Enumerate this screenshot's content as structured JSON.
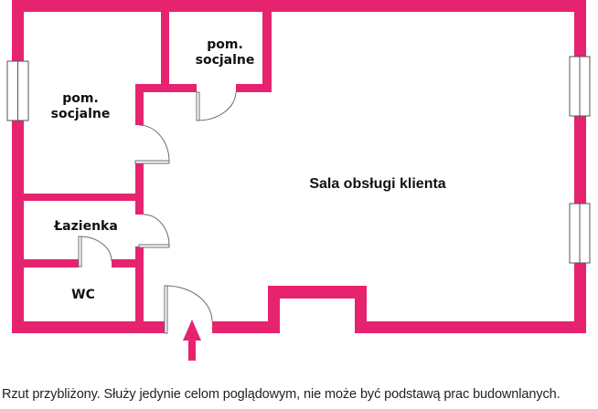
{
  "plan": {
    "wall_color": "#E6236F",
    "rooms": [
      {
        "id": "pom-socjalne-small",
        "label_line1": "pom.",
        "label_line2": "socjalne"
      },
      {
        "id": "pom-socjalne-large",
        "label_line1": "pom.",
        "label_line2": "socjalne"
      },
      {
        "id": "sala-obslugi",
        "label": "Sala obsługi klienta"
      },
      {
        "id": "lazienka",
        "label": "Łazienka"
      },
      {
        "id": "wc",
        "label": "WC"
      }
    ],
    "entrance_icon": "arrow-up-icon"
  },
  "footer": {
    "disclaimer": "Rzut przybliżony. Służy jedynie celom poglądowym, nie może być podstawą prac budownlanych."
  }
}
